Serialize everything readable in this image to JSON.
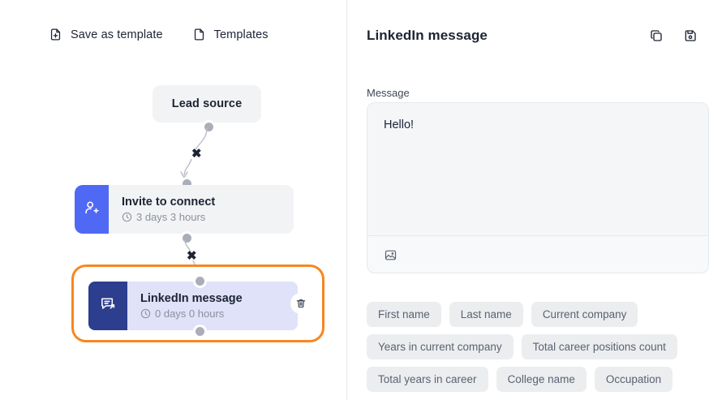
{
  "toolbar": {
    "save_as_template_label": "Save as template",
    "templates_label": "Templates"
  },
  "canvas": {
    "nodes": [
      {
        "title": "Lead source",
        "icon": "none",
        "duration": ""
      },
      {
        "title": "Invite to connect",
        "icon": "person-add-icon",
        "duration": "3 days 3 hours"
      },
      {
        "title": "LinkedIn message",
        "icon": "message-send-icon",
        "duration": "0 days 0 hours"
      }
    ],
    "edge_delete_label": "✖",
    "selected_node_index": 2,
    "colors": {
      "selection_border": "#f7871f",
      "invite_icon_bg": "#4f69f5",
      "linkedin_icon_bg": "#2d3e8e",
      "selected_node_bg": "#dfe2f8",
      "node_bg": "#f2f3f5"
    }
  },
  "panel": {
    "title": "LinkedIn message",
    "copy_icon": "copy-icon",
    "save_icon": "floppy-save-icon",
    "message_label": "Message",
    "message_value": "Hello!",
    "attach_image_icon": "image-icon",
    "variables": [
      "First name",
      "Last name",
      "Current company",
      "Years in current company",
      "Total career positions count",
      "Total years in career",
      "College name",
      "Occupation"
    ]
  }
}
